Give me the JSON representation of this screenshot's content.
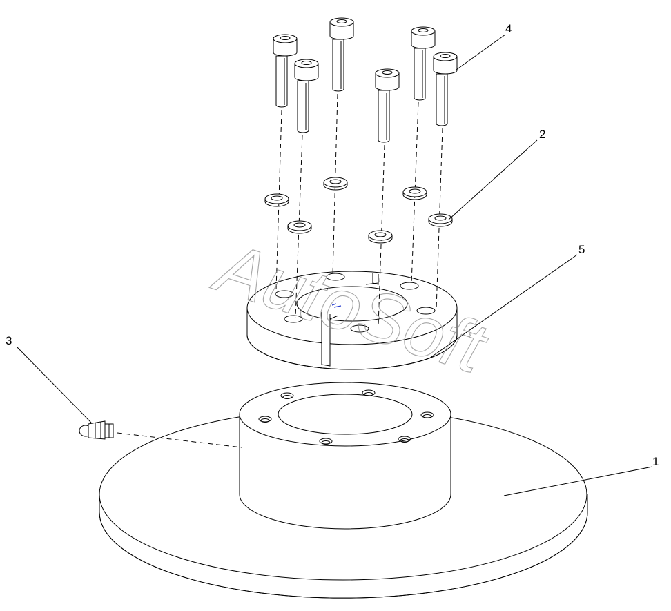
{
  "diagram": {
    "callouts": [
      {
        "id": "1",
        "label": "1"
      },
      {
        "id": "2",
        "label": "2"
      },
      {
        "id": "3",
        "label": "3"
      },
      {
        "id": "4",
        "label": "4"
      },
      {
        "id": "5",
        "label": "5"
      }
    ],
    "watermark": "AutoSoft",
    "line_color": "#000000",
    "watermark_color": "#8a8a8a",
    "background_color": "#ffffff"
  }
}
